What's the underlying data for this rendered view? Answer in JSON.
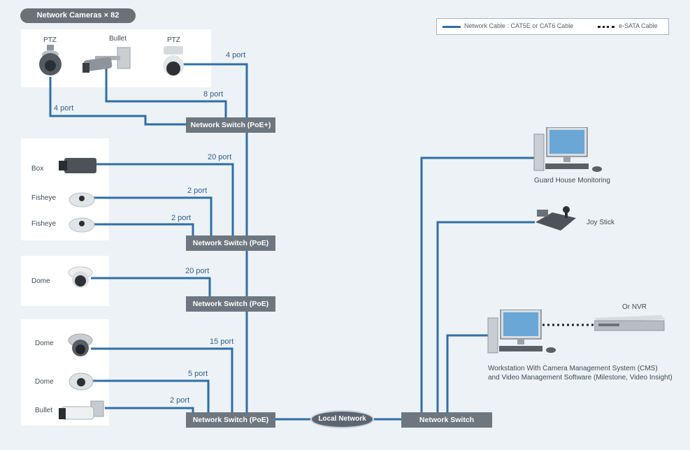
{
  "title": "Network Cameras × 82",
  "legend": {
    "network_cable": "Network Cable : CAT5E or CAT6 Cable",
    "esata_cable": "e-SATA Cable"
  },
  "cameras": {
    "group1": [
      "PTZ",
      "Bullet",
      "PTZ"
    ],
    "group2": [
      "Box",
      "Fisheye",
      "Fisheye"
    ],
    "group3": [
      "Dome"
    ],
    "group4": [
      "Dome",
      "Dome",
      "Bullet"
    ]
  },
  "ports": {
    "p1": "4 port",
    "p2": "8 port",
    "p3": "4 port",
    "p4": "20 port",
    "p5": "2 port",
    "p6": "2 port",
    "p7": "20 port",
    "p8": "15 port",
    "p9": "5 port",
    "p10": "2 port"
  },
  "switches": {
    "s1": "Network Switch (PoE+)",
    "s2": "Network Switch (PoE)",
    "s3": "Network Switch (PoE)",
    "s4": "Network Switch (PoE)",
    "s5": "Network Switch"
  },
  "local_network": "Local Network",
  "right": {
    "guard": "Guard House Monitoring",
    "joystick": "Joy Stick",
    "nvr": "Or NVR",
    "workstation_line1": "Workstation With Camera  Management System (CMS)",
    "workstation_line2": "and Video Management Software (Milestone, Video Insight)"
  },
  "colors": {
    "cable": "#2e6fa6",
    "switch": "#6e7780"
  }
}
